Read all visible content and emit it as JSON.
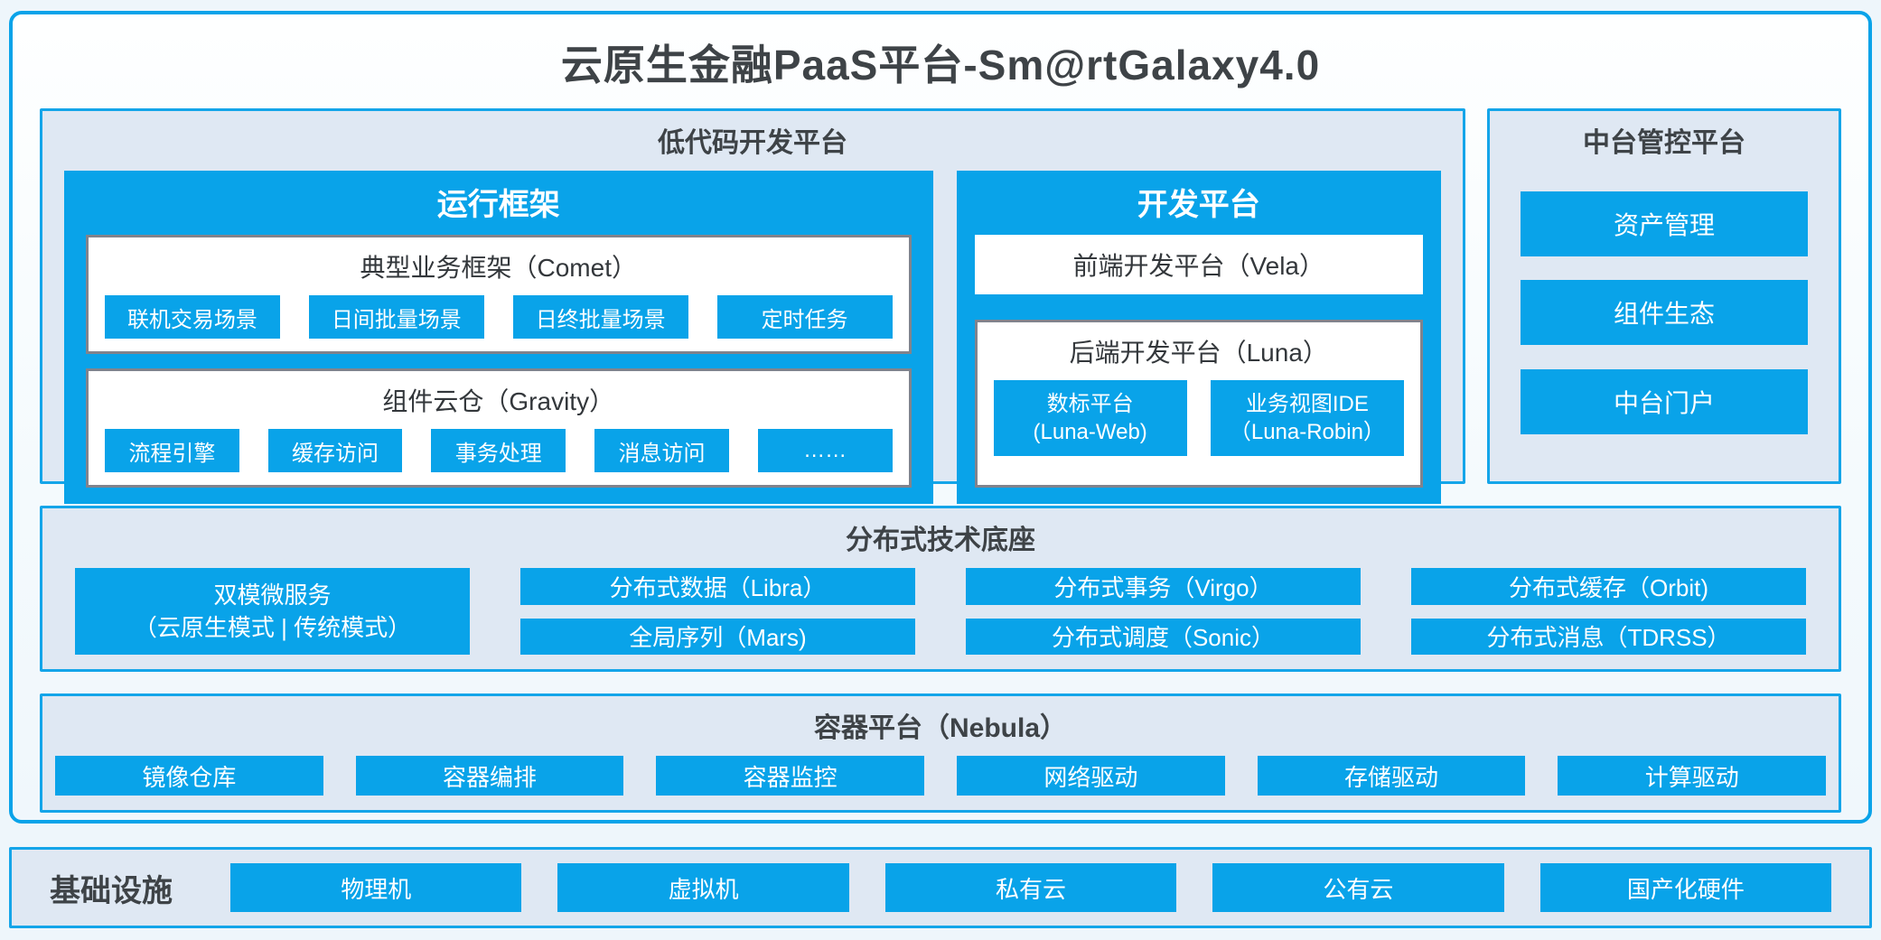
{
  "title": "云原生金融PaaS平台-Sm@rtGalaxy4.0",
  "colors": {
    "accent_blue": "#09a3e9",
    "panel_fill": "#dfe8f3",
    "frame_border_gray": "#81838c",
    "text_dark": "#3e4347",
    "text_on_blue": "#ffffff"
  },
  "lowcode": {
    "header": "低代码开发平台",
    "runtime": {
      "header": "运行框架",
      "comet": {
        "title": "典型业务框架（Comet）",
        "items": [
          "联机交易场景",
          "日间批量场景",
          "日终批量场景",
          "定时任务"
        ]
      },
      "gravity": {
        "title": "组件云仓（Gravity）",
        "items": [
          "流程引擎",
          "缓存访问",
          "事务处理",
          "消息访问",
          "……"
        ]
      }
    },
    "dev": {
      "header": "开发平台",
      "frontend": "前端开发平台（Vela）",
      "backend": {
        "title": "后端开发平台（Luna）",
        "items": [
          {
            "line1": "数标平台",
            "line2": "(Luna-Web)"
          },
          {
            "line1": "业务视图IDE",
            "line2": "（Luna-Robin）"
          }
        ]
      }
    }
  },
  "midplatform": {
    "header": "中台管控平台",
    "items": [
      "资产管理",
      "组件生态",
      "中台门户"
    ]
  },
  "distributed": {
    "header": "分布式技术底座",
    "dual_mode": {
      "line1": "双模微服务",
      "line2": "（云原生模式 | 传统模式）"
    },
    "row1": [
      "分布式数据（Libra）",
      "分布式事务（Virgo）",
      "分布式缓存（Orbit)"
    ],
    "row2": [
      "全局序列（Mars)",
      "分布式调度（Sonic）",
      "分布式消息（TDRSS）"
    ]
  },
  "containers": {
    "header": "容器平台（Nebula）",
    "items": [
      "镜像仓库",
      "容器编排",
      "容器监控",
      "网络驱动",
      "存储驱动",
      "计算驱动"
    ]
  },
  "infrastructure": {
    "label": "基础设施",
    "items": [
      "物理机",
      "虚拟机",
      "私有云",
      "公有云",
      "国产化硬件"
    ]
  }
}
